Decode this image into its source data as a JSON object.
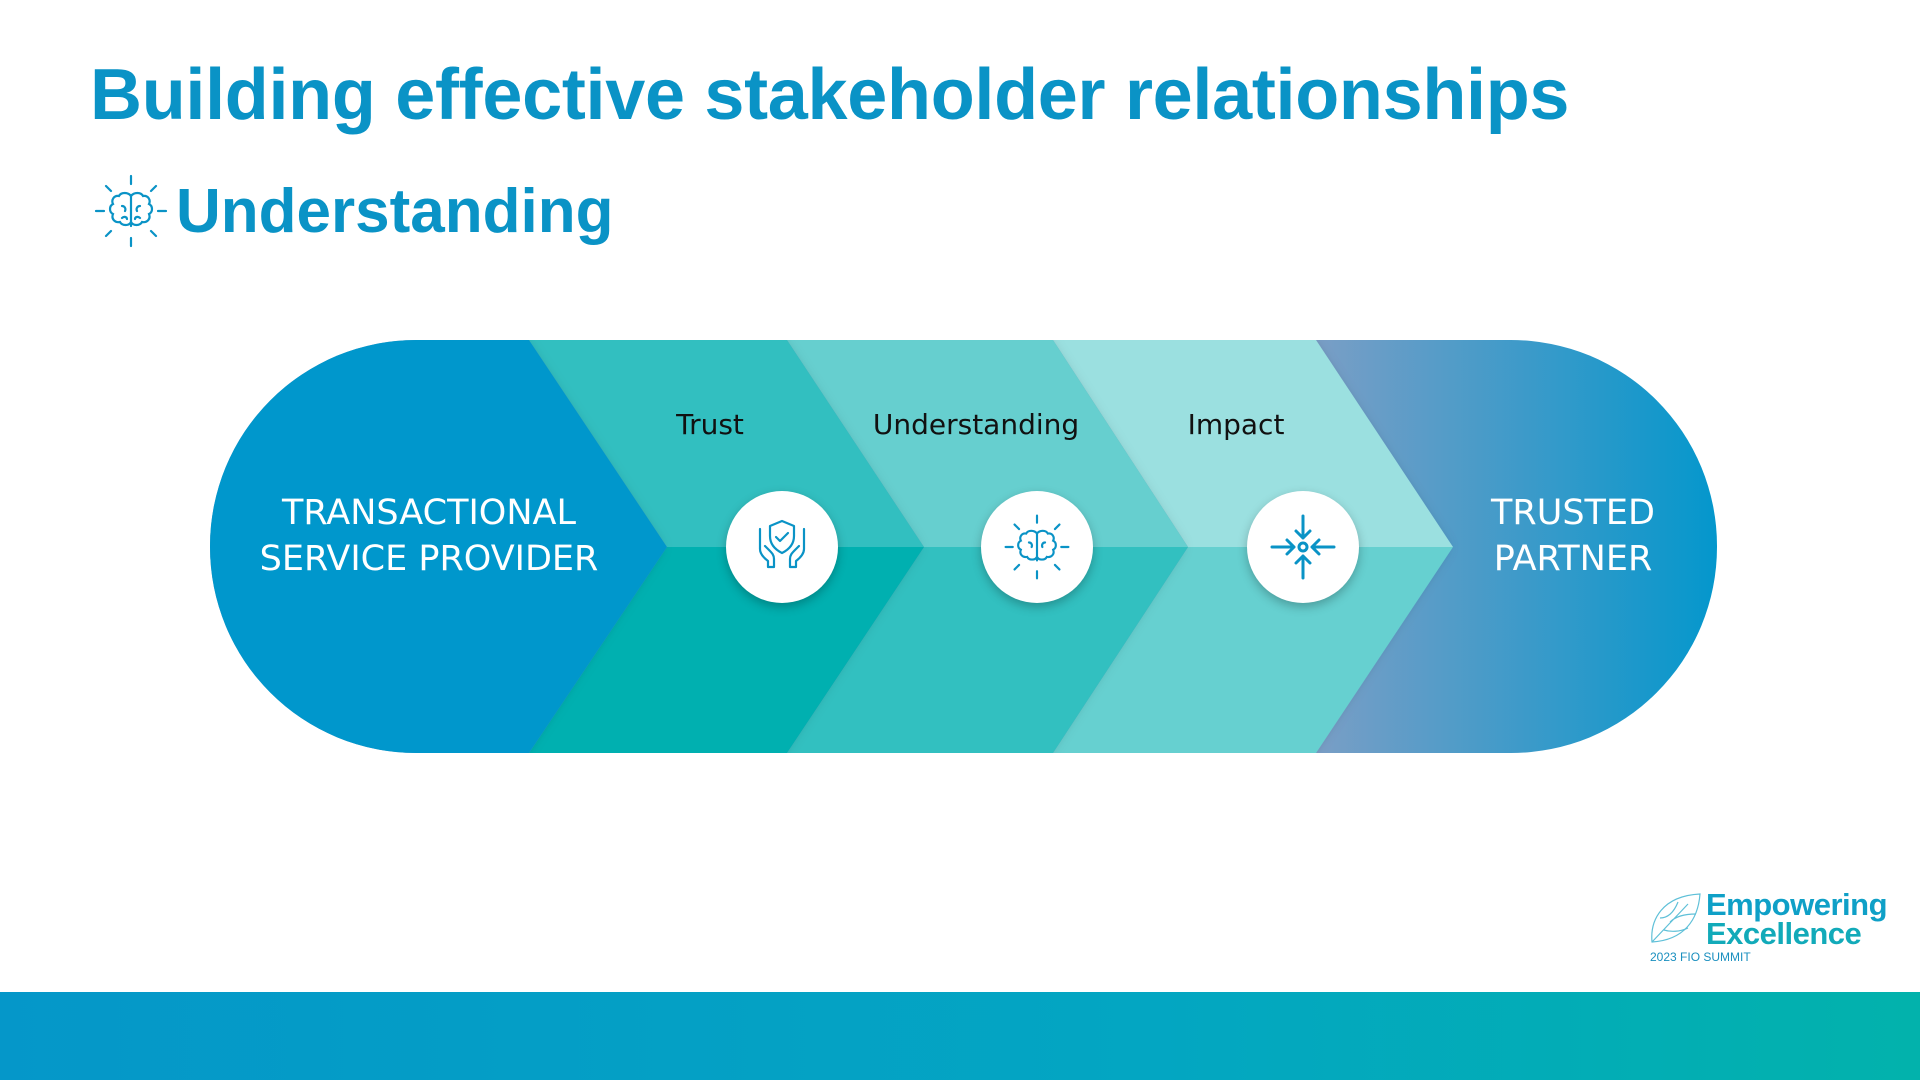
{
  "title": "Building effective stakeholder relationships",
  "subtitle": "Understanding",
  "diagram": {
    "start": {
      "line1": "TRANSACTIONAL",
      "line2": "SERVICE PROVIDER"
    },
    "stages": [
      {
        "label": "Trust",
        "icon": "hands-shield-check-icon"
      },
      {
        "label": "Understanding",
        "icon": "brain-icon"
      },
      {
        "label": "Impact",
        "icon": "converging-arrows-icon"
      }
    ],
    "end": {
      "line1": "TRUSTED",
      "line2": "PARTNER"
    }
  },
  "logo": {
    "line1": "Empowering",
    "line2": "Excellence",
    "tagline": "2023 FIO SUMMIT"
  },
  "colors": {
    "accent": "#0a93c6",
    "teal": "#00b0b0"
  }
}
